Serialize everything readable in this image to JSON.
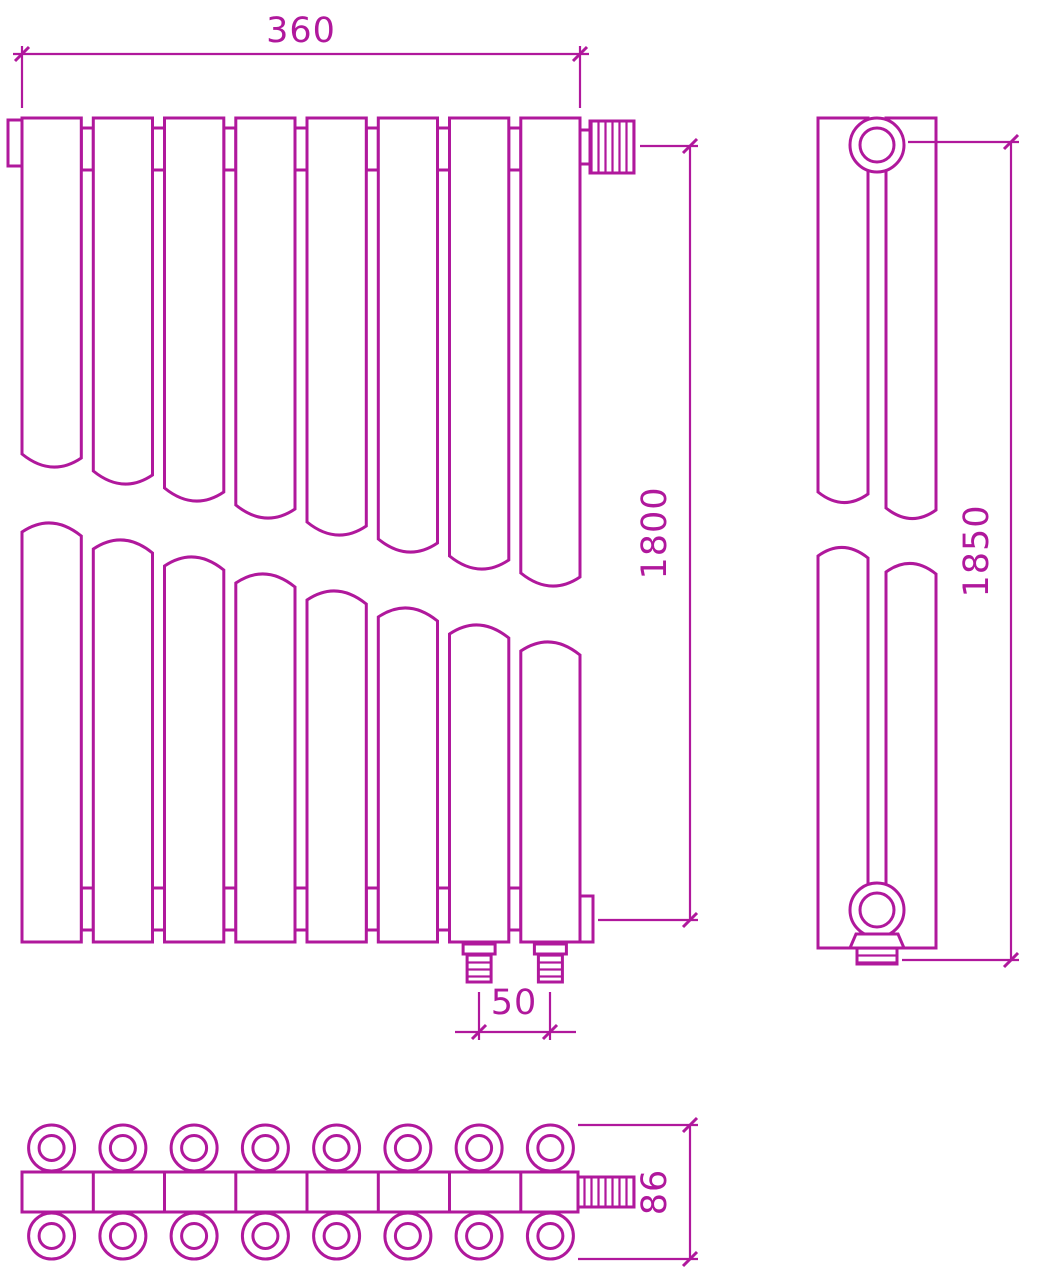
{
  "dimensions": {
    "width": "360",
    "height": "1800",
    "overall_height": "1850",
    "connection_spacing": "50",
    "depth": "86"
  },
  "colors": {
    "line": "#b0189c",
    "background": "#ffffff"
  }
}
